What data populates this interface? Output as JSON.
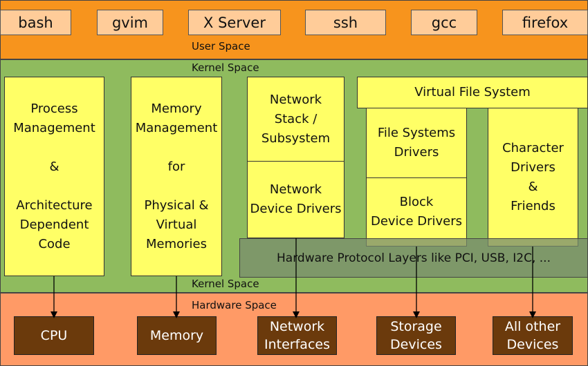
{
  "user_space": {
    "label": "User Space",
    "apps": [
      "bash",
      "gvim",
      "X Server",
      "ssh",
      "gcc",
      "firefox"
    ]
  },
  "kernel_space": {
    "label_top": "Kernel Space",
    "label_bottom": "Kernel Space",
    "process_management": [
      "Process",
      "Management",
      "",
      "&",
      "",
      "Architecture",
      "Dependent",
      "Code"
    ],
    "memory_management": [
      "Memory",
      "Management",
      "",
      "for",
      "",
      "Physical &",
      "Virtual",
      "Memories"
    ],
    "network_stack": [
      "Network",
      "Stack /",
      "Subsystem"
    ],
    "network_device_drivers": [
      "Network",
      "Device Drivers"
    ],
    "virtual_file_system": "Virtual File System",
    "file_systems_drivers": [
      "File Systems",
      "Drivers"
    ],
    "block_device_drivers": [
      "Block",
      "Device Drivers"
    ],
    "character_drivers": [
      "Character",
      "Drivers",
      "&",
      "Friends"
    ],
    "hardware_protocol_layers": "Hardware Protocol Layers like PCI, USB, I2C, ..."
  },
  "hardware_space": {
    "label": "Hardware Space",
    "devices": [
      [
        "CPU"
      ],
      [
        "Memory"
      ],
      [
        "Network",
        "Interfaces"
      ],
      [
        "Storage",
        "Devices"
      ],
      [
        "All other",
        "Devices"
      ]
    ]
  }
}
